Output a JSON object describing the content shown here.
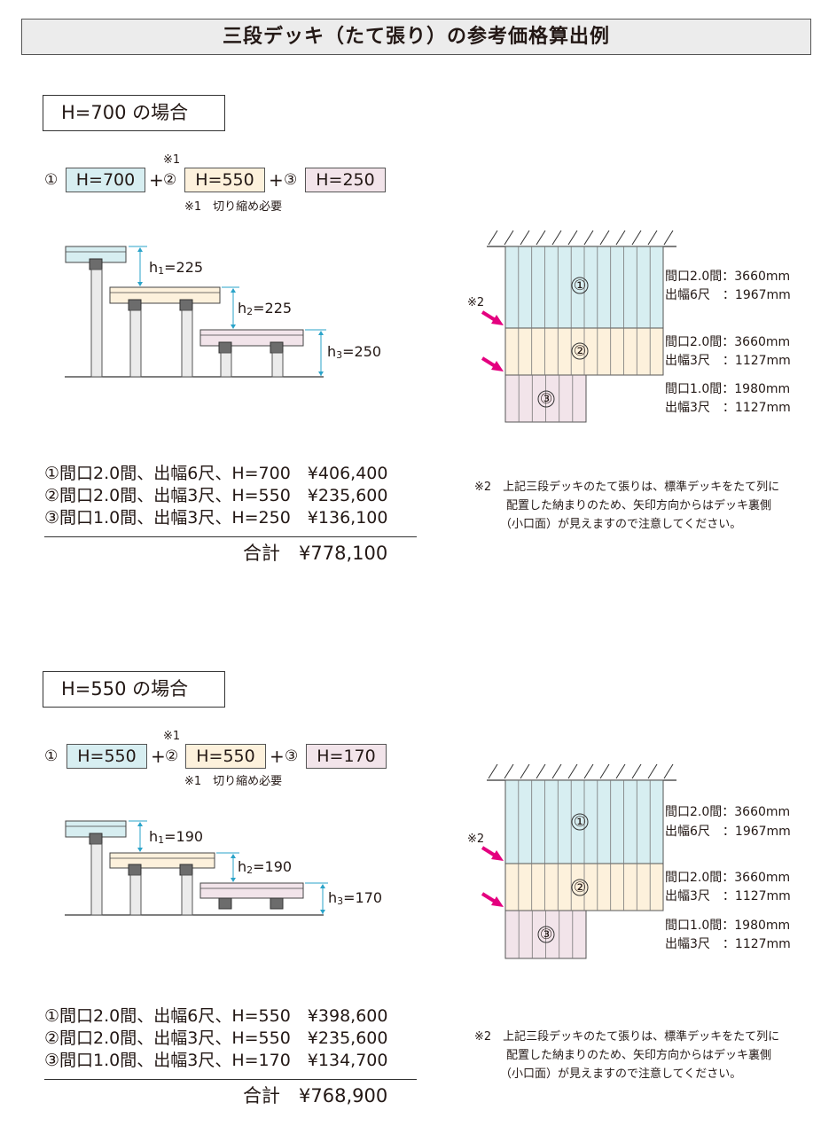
{
  "title": "三段デッキ（たて張り）の参考価格算出例",
  "cases": [
    {
      "heading": "H=700 の場合",
      "formula": {
        "n1": "①",
        "h1": "H=700",
        "plus1": "+",
        "n2": "②",
        "h2": "H=550",
        "plus2": "+",
        "n3": "③",
        "h3": "H=250",
        "mark": "※1",
        "note": "※1　切り縮め必要"
      },
      "labels": {
        "h1_pre": "h",
        "h1_sub": "1",
        "h1_val": "=225",
        "h2_pre": "h",
        "h2_sub": "2",
        "h2_val": "=225",
        "h3_pre": "h",
        "h3_sub": "3",
        "h3_val": "=250"
      },
      "plan": {
        "mark": "※2",
        "c1": "①",
        "c2": "②",
        "c3": "③",
        "spec1a": "間口2.0間：3660mm",
        "spec1b": "出幅6尺　：1967mm",
        "spec2a": "間口2.0間：3660mm",
        "spec2b": "出幅3尺　：1127mm",
        "spec3a": "間口1.0間：1980mm",
        "spec3b": "出幅3尺　：1127mm"
      },
      "prices": [
        "①間口2.0間、出幅6尺、H=700　¥406,400",
        "②間口2.0間、出幅3尺、H=550　¥235,600",
        "③間口1.0間、出幅3尺、H=250　¥136,100"
      ],
      "total": "合計　¥778,100",
      "notes": [
        "※2　上記三段デッキのたて張りは、標準デッキをたて列に",
        "配置した納まりのため、矢印方向からはデッキ裏側",
        "（小口面）が見えますので注意してください。"
      ]
    },
    {
      "heading": "H=550 の場合",
      "formula": {
        "n1": "①",
        "h1": "H=550",
        "plus1": "+",
        "n2": "②",
        "h2": "H=550",
        "plus2": "+",
        "n3": "③",
        "h3": "H=170",
        "mark": "※1",
        "note": "※1　切り縮め必要"
      },
      "labels": {
        "h1_pre": "h",
        "h1_sub": "1",
        "h1_val": "=190",
        "h2_pre": "h",
        "h2_sub": "2",
        "h2_val": "=190",
        "h3_pre": "h",
        "h3_sub": "3",
        "h3_val": "=170"
      },
      "plan": {
        "mark": "※2",
        "c1": "①",
        "c2": "②",
        "c3": "③",
        "spec1a": "間口2.0間：3660mm",
        "spec1b": "出幅6尺　：1967mm",
        "spec2a": "間口2.0間：3660mm",
        "spec2b": "出幅3尺　：1127mm",
        "spec3a": "間口1.0間：1980mm",
        "spec3b": "出幅3尺　：1127mm"
      },
      "prices": [
        "①間口2.0間、出幅6尺、H=550　¥398,600",
        "②間口2.0間、出幅3尺、H=550　¥235,600",
        "③間口1.0間、出幅3尺、H=170　¥134,700"
      ],
      "total": "合計　¥768,900",
      "notes": [
        "※2　上記三段デッキのたて張りは、標準デッキをたて列に",
        "配置した納まりのため、矢印方向からはデッキ裏側",
        "（小口面）が見えますので注意してください。"
      ]
    }
  ],
  "colors": {
    "tier1": "#d7eef1",
    "tier2": "#fdf1dc",
    "tier3": "#f2e4ea",
    "arrow": "#e4007f",
    "dim": "#2aa3c9"
  }
}
